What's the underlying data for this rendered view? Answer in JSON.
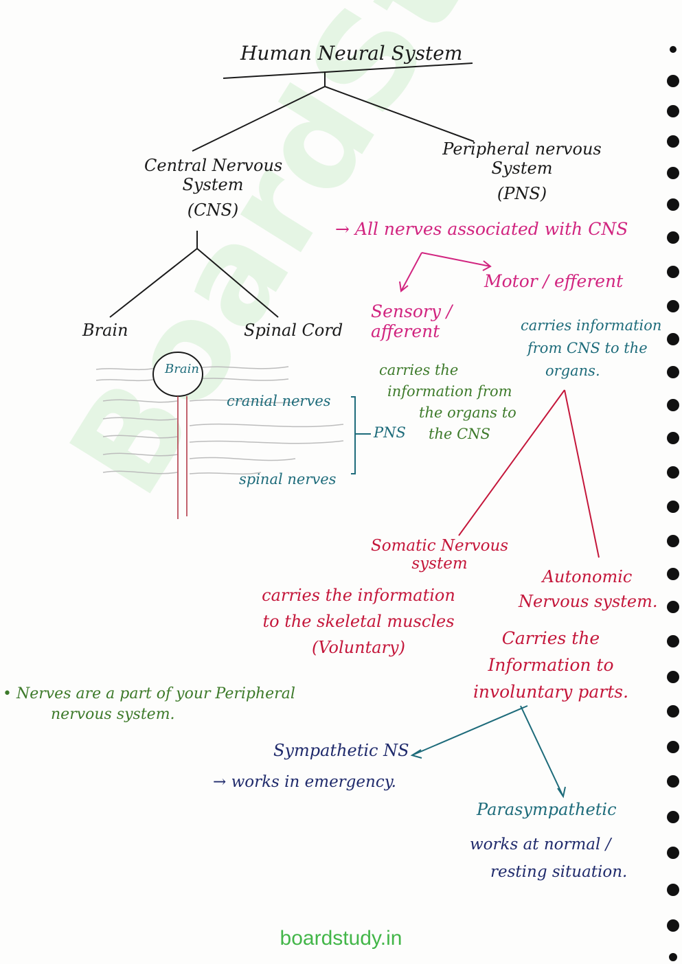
{
  "title": "Human Neural System",
  "cns": {
    "line1": "Central Nervous",
    "line2": "System",
    "abbr": "(CNS)"
  },
  "pns": {
    "line1": "Peripheral nervous",
    "line2": "System",
    "abbr": "(PNS)"
  },
  "cns_children": {
    "brain": "Brain",
    "spinal_cord": "Spinal Cord"
  },
  "pns_def": "→ All nerves associated with CNS",
  "motor": "Motor / efferent",
  "sensory": {
    "line1": "Sensory /",
    "line2": "afferent"
  },
  "sensory_desc": [
    "carries the",
    "information from",
    "the organs to",
    "the CNS"
  ],
  "motor_desc": [
    "carries information",
    "from CNS to the",
    "organs."
  ],
  "sketch": {
    "brain_label": "Brain",
    "cranial": "cranial nerves",
    "pns": "PNS",
    "spinal": "spinal nerves"
  },
  "somatic": {
    "line1": "Somatic Nervous",
    "line2": "system"
  },
  "somatic_desc": [
    "carries the information",
    "to the skeletal muscles",
    "(Voluntary)"
  ],
  "autonomic": {
    "line1": "Autonomic",
    "line2": "Nervous system."
  },
  "autonomic_desc": [
    "Carries the",
    "Information to",
    "involuntary parts."
  ],
  "note": {
    "line1": "• Nerves are a part of your Peripheral",
    "line2": "nervous system."
  },
  "sympathetic": {
    "label": "Sympathetic NS",
    "desc": "→ works in emergency."
  },
  "parasympathetic": {
    "label": "Parasympathetic",
    "desc1": "works at normal /",
    "desc2": "resting situation."
  },
  "watermark": "BoardStudy",
  "footer": "boardstudy.in",
  "colors": {
    "black": "#1a1a1a",
    "magenta": "#d1247f",
    "green": "#3d7a2a",
    "teal": "#1d6b7a",
    "crimson": "#c4163a",
    "navy": "#1f2a6b"
  }
}
